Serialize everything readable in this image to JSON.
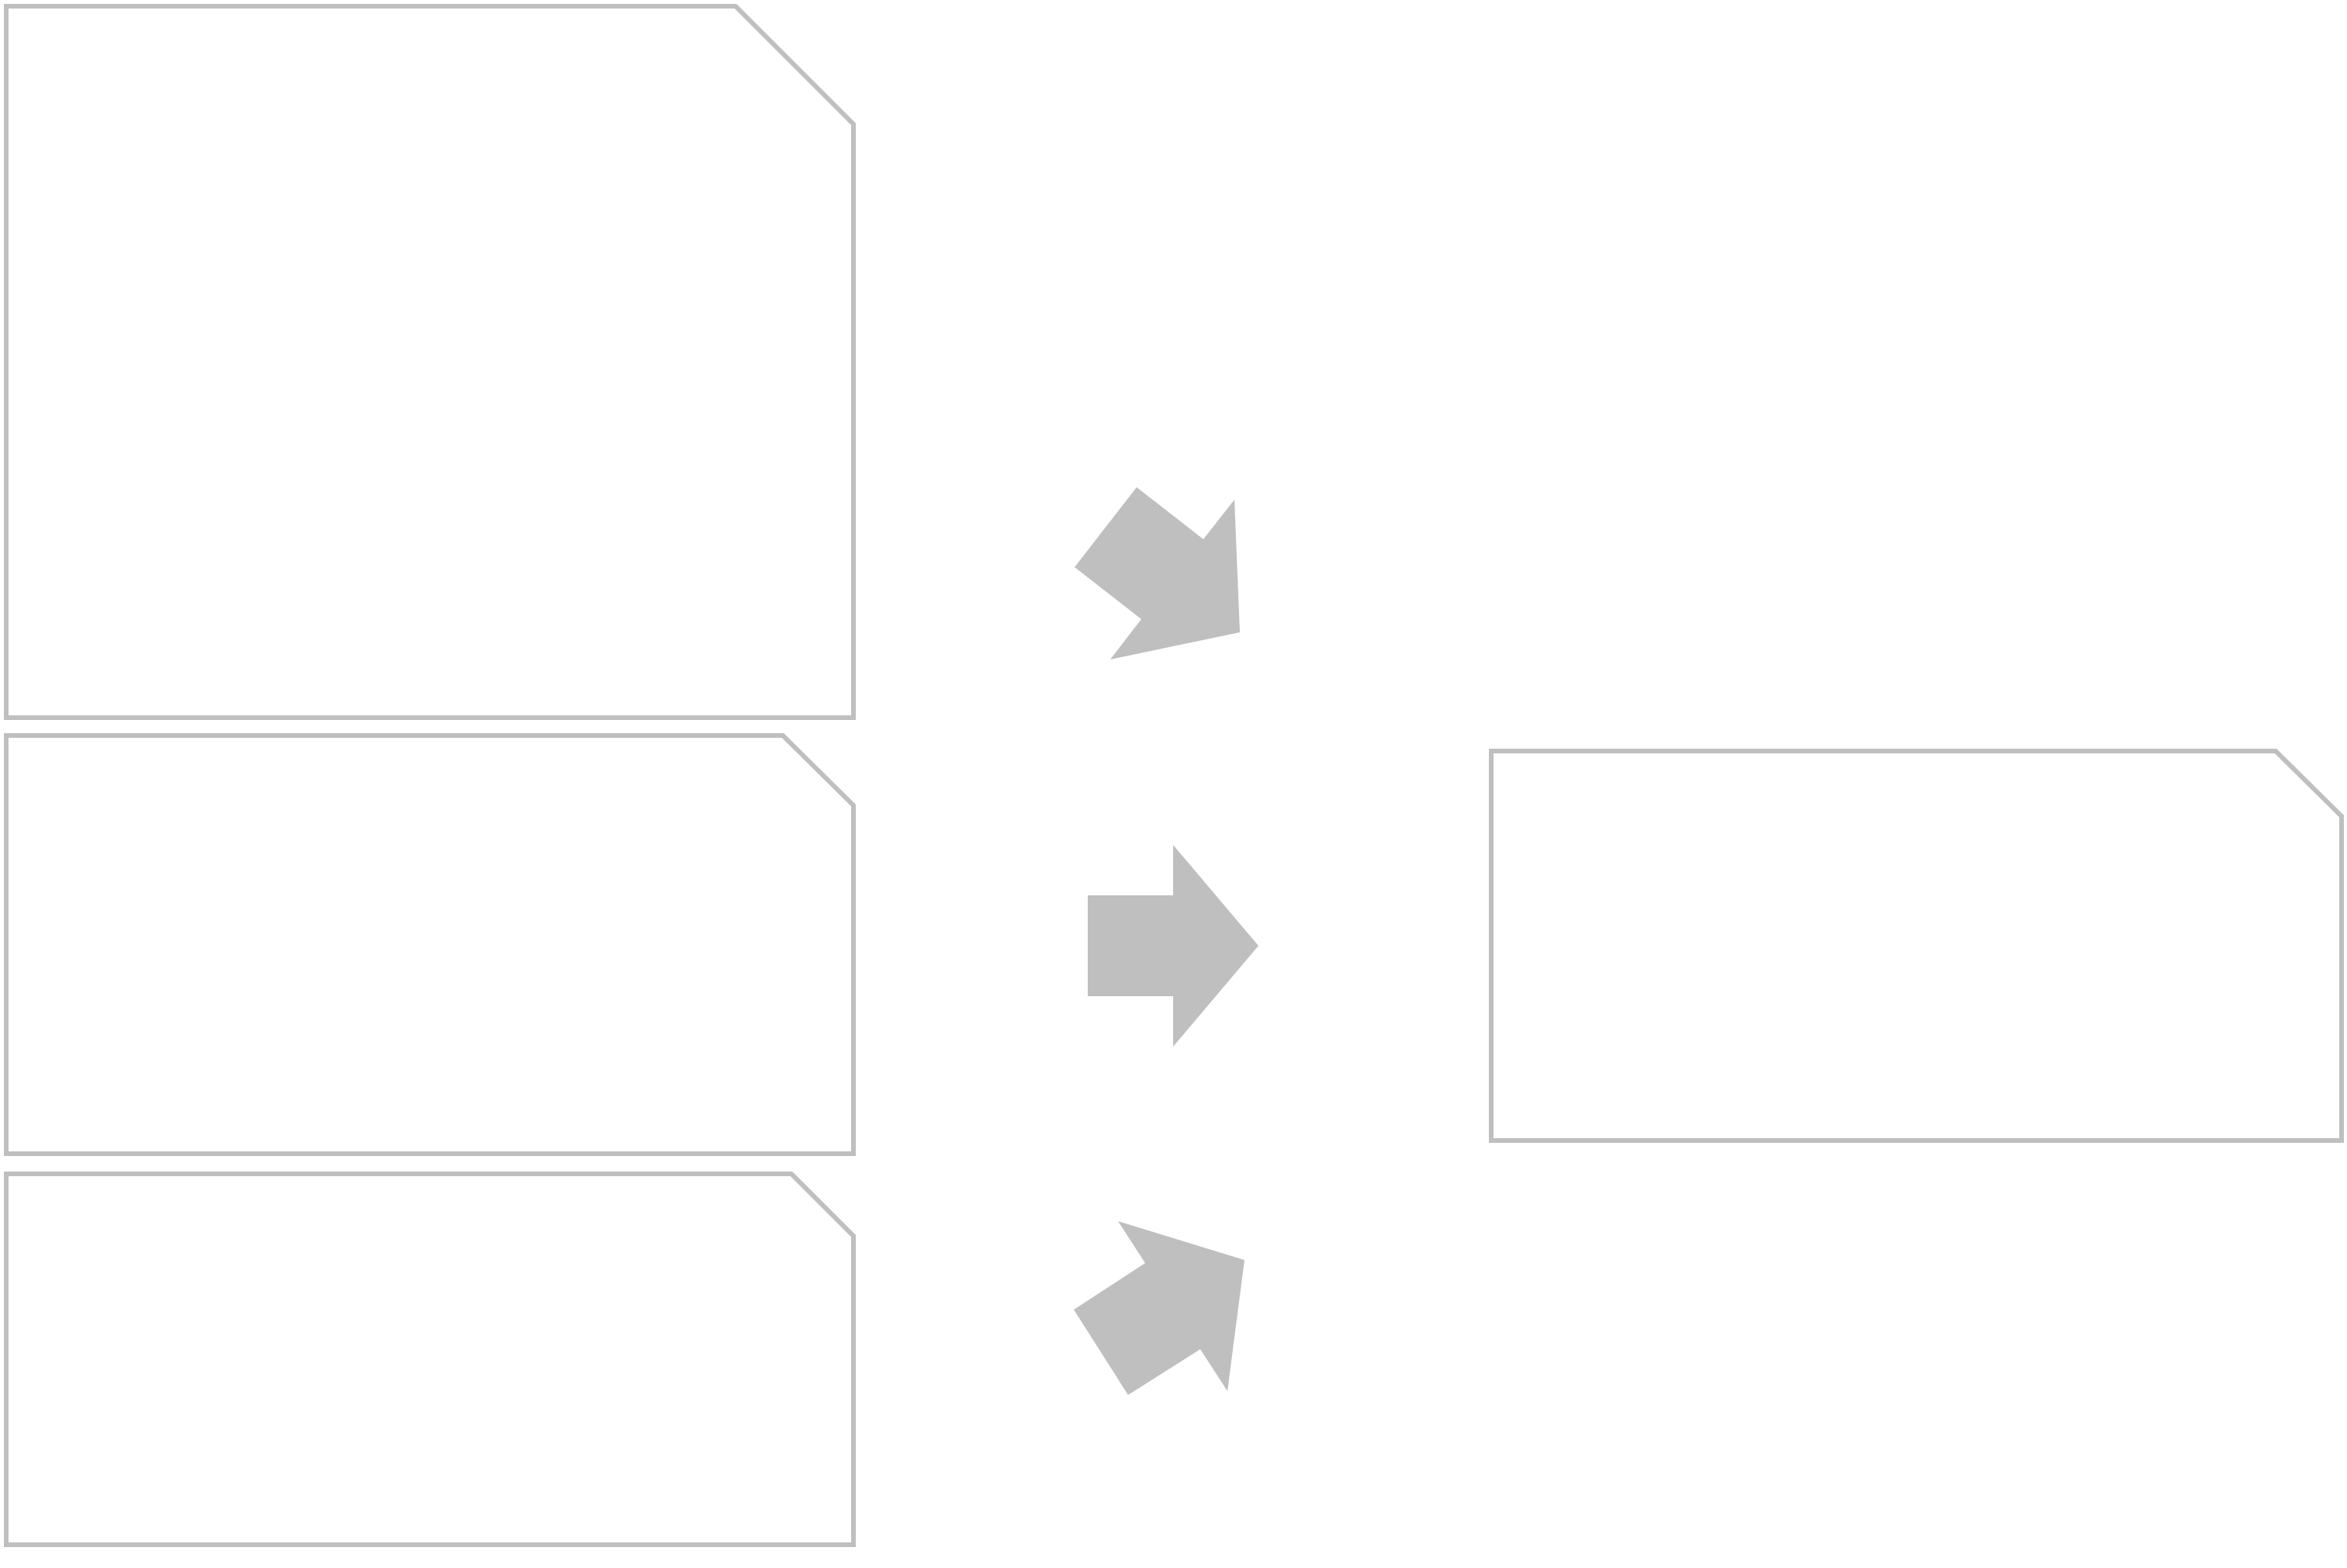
{
  "diagram": {
    "colors": {
      "outline": "#bfbfbf",
      "arrow": "#bfbfbf",
      "background": "#ffffff"
    },
    "input_boxes": [
      {
        "label": ""
      },
      {
        "label": ""
      },
      {
        "label": ""
      }
    ],
    "output_box": {
      "label": ""
    },
    "arrows": [
      {
        "direction": "down-right"
      },
      {
        "direction": "right"
      },
      {
        "direction": "up-right"
      }
    ]
  }
}
